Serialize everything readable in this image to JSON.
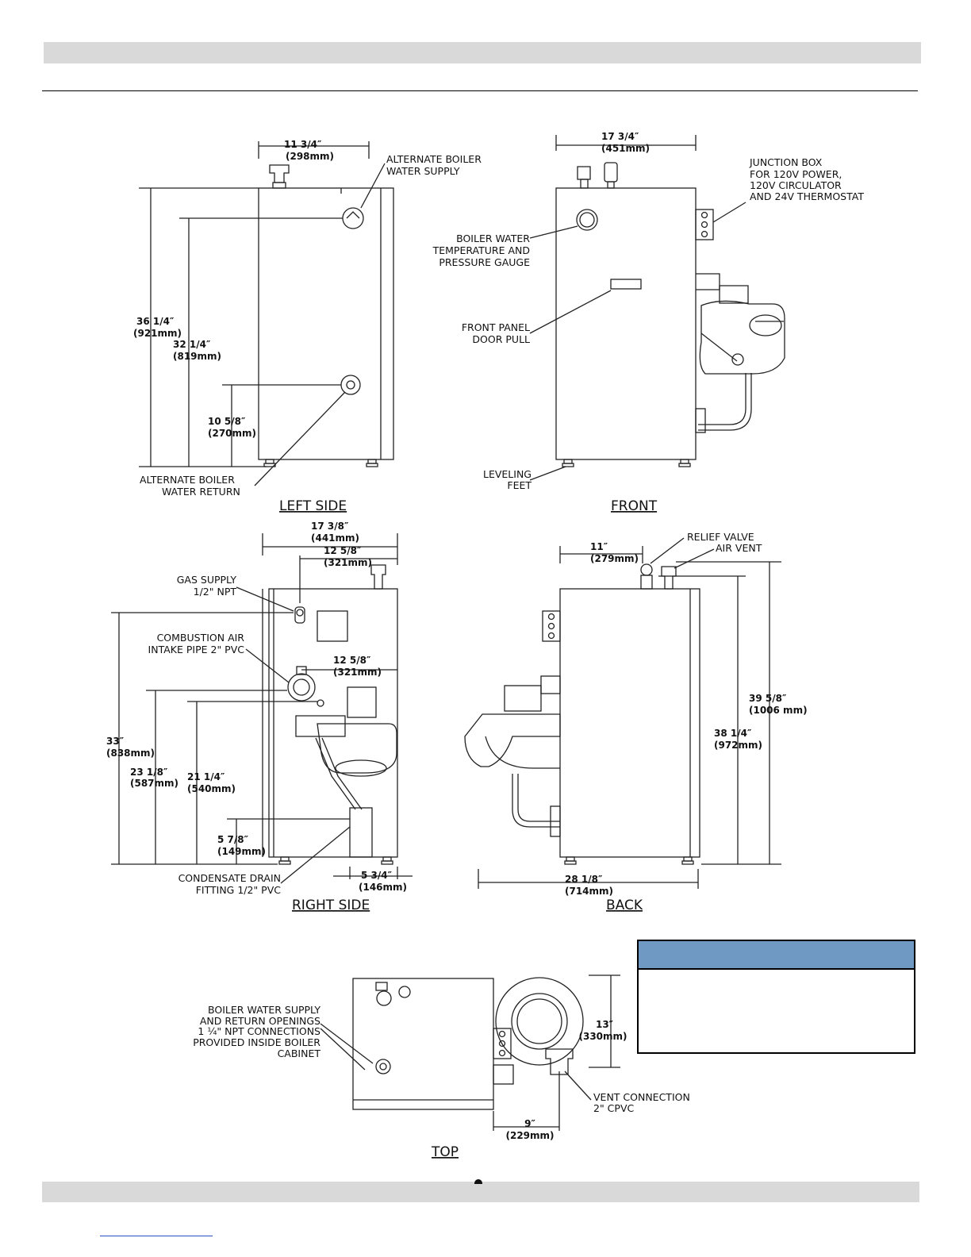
{
  "views": {
    "left_side": "LEFT SIDE",
    "front": "FRONT",
    "right_side": "RIGHT SIDE",
    "back": "BACK",
    "top": "TOP"
  },
  "left_side": {
    "dim_width": [
      "11 3/4″",
      "(298mm)"
    ],
    "dim_height_overall": [
      "36 1/4″",
      "(921mm)"
    ],
    "dim_height_supply": [
      "32 1/4″",
      "(819mm)"
    ],
    "dim_height_return": [
      "10 5/8″",
      "(270mm)"
    ],
    "label_supply": [
      "ALTERNATE BOILER",
      "WATER SUPPLY"
    ],
    "label_return": [
      "ALTERNATE BOILER",
      "WATER RETURN"
    ]
  },
  "front": {
    "dim_width": [
      "17 3/4″",
      "(451mm)"
    ],
    "label_junction": [
      "JUNCTION BOX",
      "FOR 120V POWER,",
      "120V CIRCULATOR",
      "AND 24V THERMOSTAT"
    ],
    "label_gauge": [
      "BOILER WATER",
      "TEMPERATURE AND",
      "PRESSURE GAUGE"
    ],
    "label_door": [
      "FRONT PANEL",
      "DOOR PULL"
    ],
    "label_feet": [
      "LEVELING",
      "FEET"
    ]
  },
  "right_side": {
    "dim_width": [
      "17 3/8″",
      "(441mm)"
    ],
    "dim_offset": [
      "12 5/8″",
      "(321mm)"
    ],
    "dim_intake": [
      "12 5/8″",
      "(321mm)"
    ],
    "dim_h33": [
      "33″",
      "(838mm)"
    ],
    "dim_h23": [
      "23 1/8″",
      "(587mm)"
    ],
    "dim_h21": [
      "21 1/4″",
      "(540mm)"
    ],
    "dim_h5": [
      "5 7/8″",
      "(149mm)"
    ],
    "dim_drain": [
      "5 3/4″",
      "(146mm)"
    ],
    "label_gas": [
      "GAS SUPPLY",
      "1/2\" NPT"
    ],
    "label_air": [
      "COMBUSTION AIR",
      "INTAKE PIPE 2\" PVC"
    ],
    "label_drain": [
      "CONDENSATE DRAIN",
      "FITTING 1/2\" PVC"
    ]
  },
  "back": {
    "dim_offset": [
      "11″",
      "(279mm)"
    ],
    "dim_h39": [
      "39 5/8″",
      "(1006 mm)"
    ],
    "dim_h38": [
      "38 1/4″",
      "(972mm)"
    ],
    "dim_width": [
      "28 1/8″",
      "(714mm)"
    ],
    "label_relief": "RELIEF VALVE",
    "label_vent": "AIR VENT"
  },
  "top": {
    "label_openings": [
      "BOILER WATER SUPPLY",
      "AND RETURN OPENINGS",
      "1 ¼\" NPT CONNECTIONS",
      "PROVIDED INSIDE BOILER",
      "CABINET"
    ],
    "dim_depth": [
      "13″",
      "(330mm)"
    ],
    "dim_vent": [
      "9″",
      "(229mm)"
    ],
    "label_vent": [
      "VENT CONNECTION",
      "2\" CPVC"
    ]
  },
  "colors": {
    "band_gray": "#d9d9d9",
    "info_header_blue": "#6f99c3",
    "link_blue": "#2a4ec7"
  }
}
